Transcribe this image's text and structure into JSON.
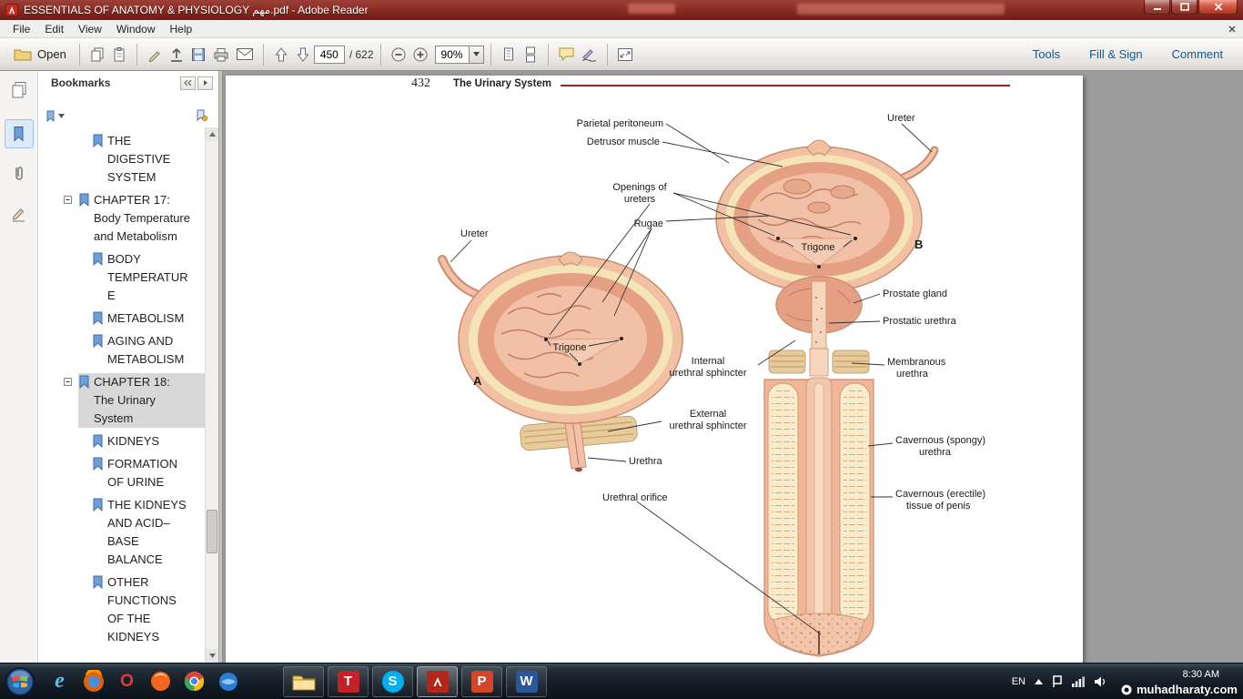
{
  "window": {
    "title": "ESSENTIALS OF ANATOMY & PHYSIOLOGY مهم.pdf - Adobe Reader"
  },
  "menubar": {
    "items": [
      "File",
      "Edit",
      "View",
      "Window",
      "Help"
    ]
  },
  "toolbar": {
    "open_label": "Open",
    "page_current": "450",
    "page_total": "/ 622",
    "zoom": "90%",
    "tools_label": "Tools",
    "fill_sign_label": "Fill & Sign",
    "comment_label": "Comment"
  },
  "sidebar": {
    "panel_title": "Bookmarks",
    "items": [
      {
        "label": "THE DIGESTIVE SYSTEM"
      },
      {
        "label": "CHAPTER 17: Body Temperature and Metabolism"
      },
      {
        "label": "BODY TEMPERATURE"
      },
      {
        "label": "METABOLISM"
      },
      {
        "label": "AGING AND METABOLISM"
      },
      {
        "label": "CHAPTER 18: The Urinary System"
      },
      {
        "label": "KIDNEYS"
      },
      {
        "label": "FORMATION OF URINE"
      },
      {
        "label": "THE KIDNEYS AND ACID–BASE BALANCE"
      },
      {
        "label": "OTHER FUNCTIONS OF THE KIDNEYS"
      }
    ]
  },
  "page": {
    "number": "432",
    "header": "The Urinary System"
  },
  "figure": {
    "labels": {
      "parietal_peritoneum": "Parietal peritoneum",
      "detrusor_muscle": "Detrusor muscle",
      "openings_1": "Openings of",
      "openings_2": "ureters",
      "rugae": "Rugae",
      "ureter_left": "Ureter",
      "ureter_right": "Ureter",
      "trigone_a": "Trigone",
      "trigone_b": "Trigone",
      "letter_a": "A",
      "letter_b": "B",
      "prostate_gland": "Prostate gland",
      "prostatic_urethra": "Prostatic urethra",
      "internal_1": "Internal",
      "internal_2": "urethral sphincter",
      "membranous_1": "Membranous",
      "membranous_2": "urethra",
      "external_1": "External",
      "external_2": "urethral sphincter",
      "spongy_1": "Cavernous (spongy)",
      "spongy_2": "urethra",
      "urethra": "Urethra",
      "erectile_1": "Cavernous (erectile)",
      "erectile_2": "tissue of penis",
      "urethral_orifice": "Urethral orifice"
    }
  },
  "taskbar": {
    "language": "EN",
    "time": "8:30 AM",
    "watermark": "muhadharaty.com",
    "glyphs": {
      "ie": "e",
      "opera": "O",
      "t_app": "T",
      "skype": "S",
      "powerpoint": "P",
      "word": "W"
    }
  }
}
